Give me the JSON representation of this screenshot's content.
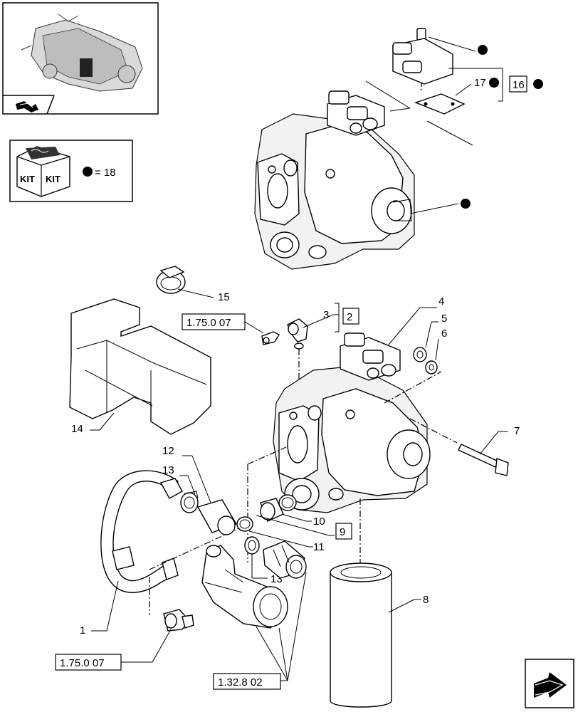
{
  "kit_legend": {
    "icon_text_left": "KIT",
    "icon_text_right": "KIT",
    "equals_label": "= 18"
  },
  "callouts": {
    "c1": "1",
    "c3": "3",
    "c4": "4",
    "c5": "5",
    "c6": "6",
    "c7": "7",
    "c8": "8",
    "c10": "10",
    "c11": "11",
    "c12": "12",
    "c13a": "13",
    "c13b": "13",
    "c14": "14",
    "c15": "15",
    "c17": "17"
  },
  "boxed_callouts": {
    "b2": "2",
    "b9": "9",
    "b16": "16"
  },
  "references": {
    "r1": "1.75.0 07",
    "r2": "1.75.0 07",
    "r3": "1.32.8 02"
  },
  "colors": {
    "ink": "#000000",
    "paper": "#ffffff",
    "shade": "#e6e6e6"
  }
}
